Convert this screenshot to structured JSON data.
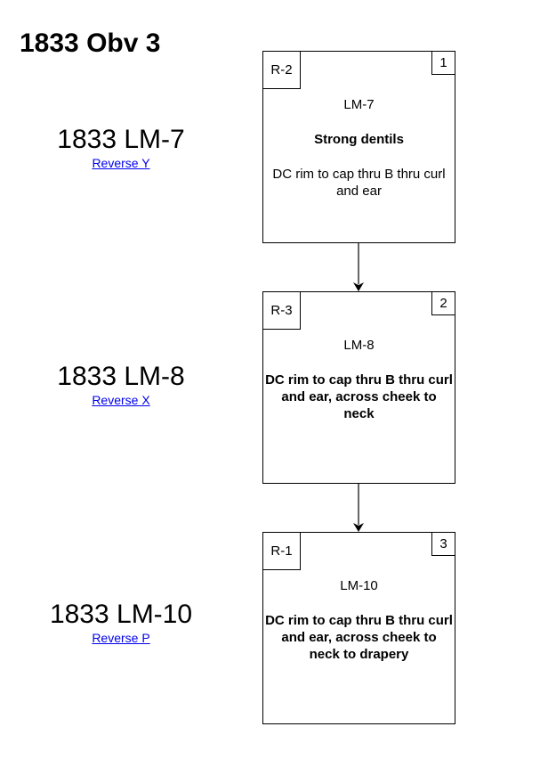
{
  "page": {
    "title": "1833 Obv 3"
  },
  "rows": [
    {
      "title": "1833 LM-7",
      "link": "Reverse Y"
    },
    {
      "title": "1833 LM-8",
      "link": "Reverse X"
    },
    {
      "title": "1833 LM-10",
      "link": "Reverse P"
    }
  ],
  "cards": [
    {
      "tag": "R-2",
      "number": "1",
      "heading": "LM-7",
      "bold_text": "Strong dentils",
      "text": "DC rim to cap thru B thru curl and ear"
    },
    {
      "tag": "R-3",
      "number": "2",
      "heading": "LM-8",
      "bold_text": "DC rim to cap thru B thru curl and ear, across cheek to neck",
      "text": ""
    },
    {
      "tag": "R-1",
      "number": "3",
      "heading": "LM-10",
      "bold_text": "DC rim to cap thru B thru curl and ear, across cheek to neck to drapery",
      "text": ""
    }
  ],
  "colors": {
    "link": "#0000ee",
    "border": "#000000",
    "background": "#ffffff"
  }
}
